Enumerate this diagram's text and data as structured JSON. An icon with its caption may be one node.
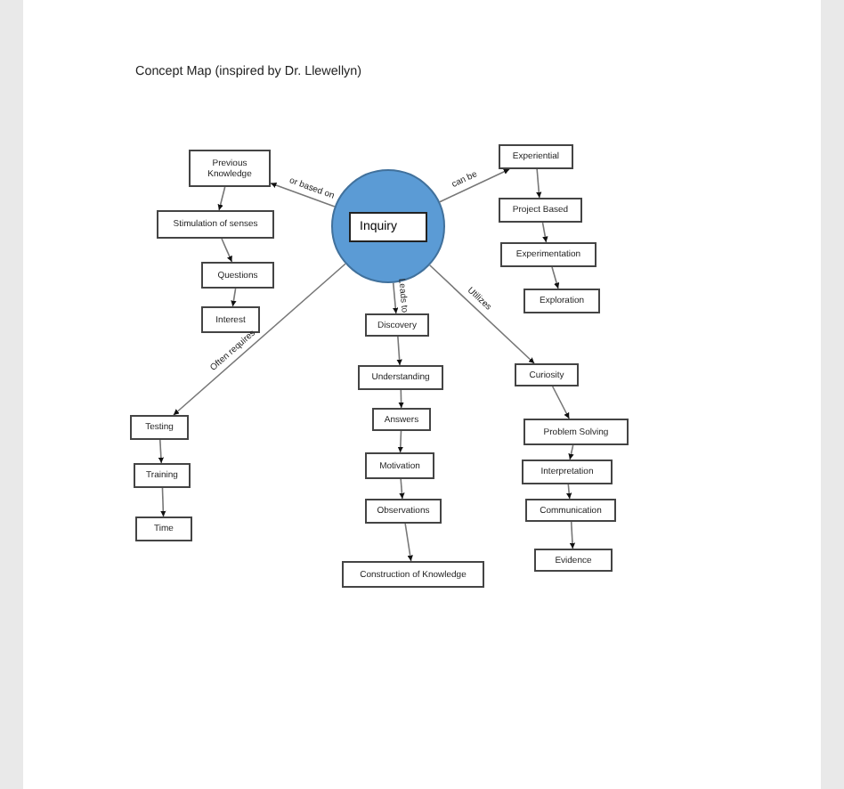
{
  "diagram": {
    "title": "Concept Map (inspired by Dr. Llewellyn)",
    "nodes": [
      {
        "text": [],
        "shape": "circle"
      },
      {
        "text": [
          "Inquiry"
        ],
        "in": 0
      },
      {
        "text": [
          "Previous Knowledge"
        ]
      },
      {
        "text": [
          "Stimulation of senses"
        ]
      },
      {
        "text": [
          "Questions"
        ]
      },
      {
        "text": [
          "Interest"
        ]
      },
      {
        "text": [
          "Experiential"
        ]
      },
      {
        "text": [
          "Project Based"
        ]
      },
      {
        "text": [
          "Experimentation"
        ]
      },
      {
        "text": [
          "Exploration"
        ]
      },
      {
        "text": [
          "Discovery"
        ]
      },
      {
        "text": [
          "Understanding"
        ]
      },
      {
        "text": [
          "Answers"
        ]
      },
      {
        "text": [
          "Motivation"
        ]
      },
      {
        "text": [
          "Observations"
        ]
      },
      {
        "text": [
          "Construction of Knowledge"
        ]
      },
      {
        "text": [
          "Curiosity"
        ]
      },
      {
        "text": [
          "Problem Solving"
        ]
      },
      {
        "text": [
          "Interpretation"
        ]
      },
      {
        "text": [
          "Communication"
        ]
      },
      {
        "text": [
          "Evidence"
        ]
      },
      {
        "text": [
          "Testing"
        ]
      },
      {
        "text": [
          "Training"
        ]
      },
      {
        "text": [
          "Time"
        ]
      }
    ],
    "edges": [
      {
        "from": 0,
        "to": 2,
        "arrow": "to",
        "label": "or based on"
      },
      {
        "from": 2,
        "to": 3,
        "arrow": "to"
      },
      {
        "from": 3,
        "to": 4,
        "arrow": "to"
      },
      {
        "from": 4,
        "to": 5,
        "arrow": "to"
      },
      {
        "from": 0,
        "to": 6,
        "arrow": "to",
        "label": "can be"
      },
      {
        "from": 6,
        "to": 7,
        "arrow": "to"
      },
      {
        "from": 7,
        "to": 8,
        "arrow": "to"
      },
      {
        "from": 8,
        "to": 9,
        "arrow": "to"
      },
      {
        "from": 0,
        "to": 10,
        "arrow": "to",
        "label": "Leads to"
      },
      {
        "from": 10,
        "to": 11,
        "arrow": "to"
      },
      {
        "from": 11,
        "to": 12,
        "arrow": "to"
      },
      {
        "from": 12,
        "to": 13,
        "arrow": "to"
      },
      {
        "from": 13,
        "to": 14,
        "arrow": "to"
      },
      {
        "from": 14,
        "to": 15,
        "arrow": "to"
      },
      {
        "from": 0,
        "to": 16,
        "arrow": "to",
        "label": "Utilizes"
      },
      {
        "from": 16,
        "to": 17,
        "arrow": "to"
      },
      {
        "from": 17,
        "to": 18,
        "arrow": "to"
      },
      {
        "from": 18,
        "to": 19,
        "arrow": "to"
      },
      {
        "from": 19,
        "to": 20,
        "arrow": "to"
      },
      {
        "from": 0,
        "to": 21,
        "arrow": "to",
        "label": "Often requires"
      },
      {
        "from": 21,
        "to": 22,
        "arrow": "to"
      },
      {
        "from": 22,
        "to": 23,
        "arrow": "to"
      }
    ]
  }
}
